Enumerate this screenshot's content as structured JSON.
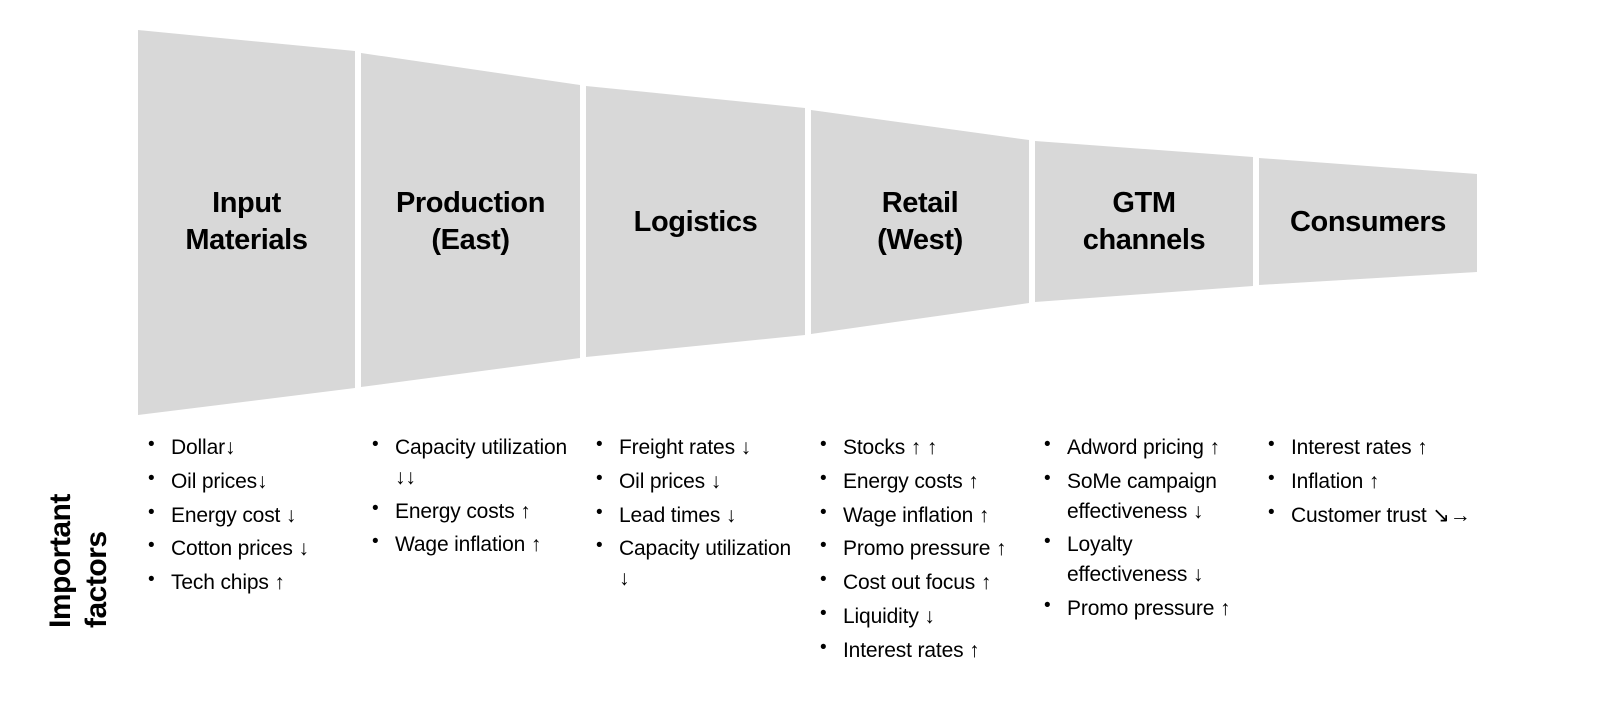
{
  "diagram": {
    "title_label": "Important\nfactors",
    "fill_color": "#d8d8d8",
    "background_color": "#ffffff",
    "text_color": "#000000",
    "stages": [
      {
        "id": "input-materials",
        "label": "Input\nMaterials",
        "factors": [
          "Dollar↓",
          "Oil prices↓",
          "Energy cost ↓",
          "Cotton prices ↓",
          "Tech chips ↑"
        ]
      },
      {
        "id": "production-east",
        "label": "Production\n(East)",
        "factors": [
          "Capacity utilization ↓↓",
          "Energy costs ↑",
          "Wage inflation ↑"
        ]
      },
      {
        "id": "logistics",
        "label": "Logistics",
        "factors": [
          "Freight rates ↓",
          "Oil prices  ↓",
          "Lead times  ↓",
          "Capacity utilization  ↓"
        ]
      },
      {
        "id": "retail-west",
        "label": "Retail\n(West)",
        "factors": [
          "Stocks ↑ ↑",
          "Energy costs ↑",
          "Wage inflation ↑",
          "Promo pressure ↑",
          "Cost out focus ↑",
          "Liquidity ↓",
          "Interest rates ↑"
        ]
      },
      {
        "id": "gtm-channels",
        "label": "GTM\nchannels",
        "factors": [
          "Adword pricing ↑",
          "SoMe campaign effectiveness ↓",
          "Loyalty effectiveness ↓",
          "Promo pressure ↑"
        ]
      },
      {
        "id": "consumers",
        "label": "Consumers",
        "factors": [
          "Interest rates ↑",
          "Inflation ↑",
          "Customer trust ↘→"
        ]
      }
    ]
  }
}
